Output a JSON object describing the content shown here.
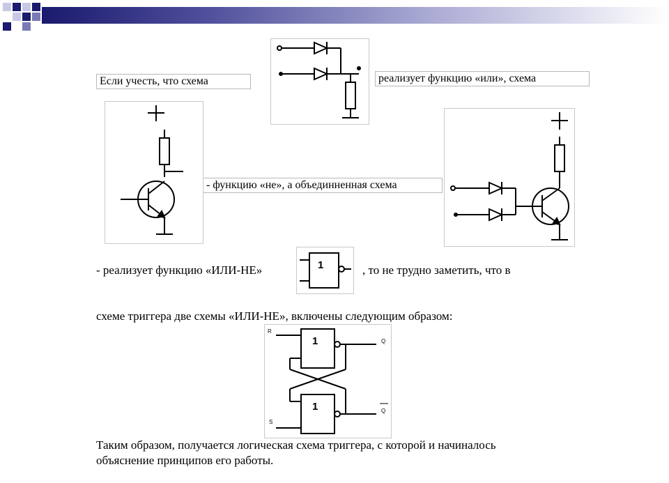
{
  "text": {
    "caption_1": "Если учесть, что схема",
    "caption_2": "реализует функцию «или», схема",
    "caption_3": "- функцию «не», а объединненная схема",
    "line_1a": "- реализует функцию «ИЛИ-НЕ»",
    "line_1b": ", то не трудно заметить, что в",
    "line_2": "схеме триггера две схемы «ИЛИ-НЕ», включены следующим образом:",
    "line_3": "Таким образом, получается логическая схема триггера, с которой  и начиналось",
    "line_4": "объяснение принципов его работы."
  },
  "gate_label": "1",
  "trigger": {
    "gate_label": "1",
    "input_r": "R",
    "input_s": "S",
    "output_q": "Q",
    "output_q_bar": "Q"
  },
  "colors": {
    "header_dark": "#1a1a6e",
    "header_mid": "#7a7ab8",
    "header_light": "#c8c8e6",
    "border": "#b8b8b8"
  }
}
